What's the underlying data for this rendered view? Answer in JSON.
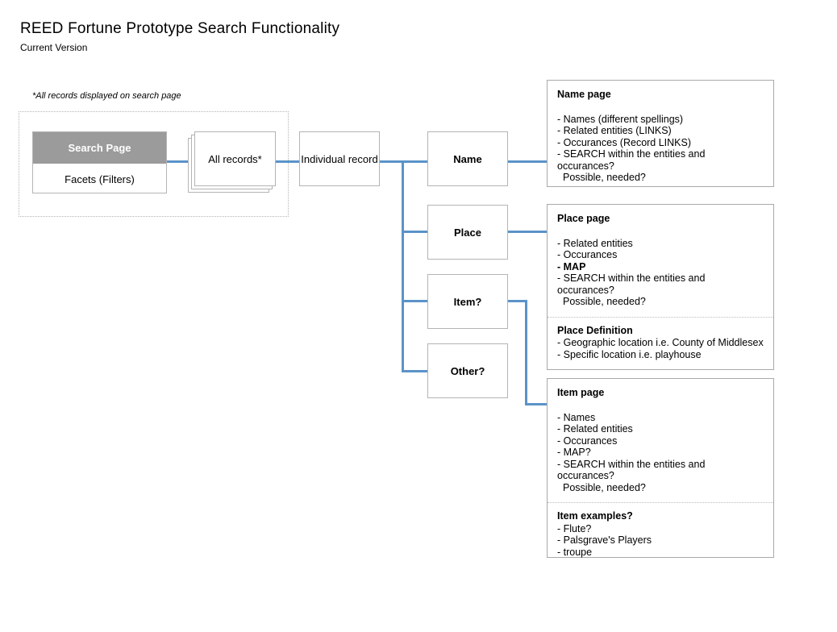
{
  "page": {
    "title": "REED Fortune Prototype Search Functionality",
    "subtitle": "Current Version",
    "footnote": "*All records displayed on search page"
  },
  "colors": {
    "connector_blue": "#5b93c8",
    "search_header_gray": "#9b9b9b",
    "box_border_gray": "#b4b4b4",
    "panel_border_gray": "#a9a9a9"
  },
  "flow": {
    "search_page": {
      "header": "Search Page",
      "body": "Facets (Filters)"
    },
    "all_records": "All records*",
    "individual_record": "Individual record",
    "categories": [
      {
        "label": "Name"
      },
      {
        "label": "Place"
      },
      {
        "label": "Item?"
      },
      {
        "label": "Other?"
      }
    ]
  },
  "panels": {
    "name": {
      "title": "Name page",
      "items": [
        "- Names (different spellings)",
        "- Related entities (LINKS)",
        "- Occurances (Record LINKS)",
        "- SEARCH within the entities and occurances?",
        "Possible, needed?"
      ]
    },
    "place": {
      "title": "Place page",
      "items": [
        "- Related entities",
        "- Occurances",
        "- MAP",
        "- SEARCH within the entities and occurances?",
        "Possible, needed?"
      ],
      "section2": {
        "title": "Place Definition",
        "items": [
          "- Geographic location i.e. County of Middlesex",
          "- Specific location i.e. playhouse"
        ]
      }
    },
    "item": {
      "title": "Item page",
      "items": [
        "- Names",
        "- Related entities",
        "- Occurances",
        "- MAP?",
        "- SEARCH within the entities and occurances?",
        "Possible, needed?"
      ],
      "section2": {
        "title": "Item examples?",
        "items": [
          "- Flute?",
          "- Palsgrave's Players",
          "- troupe"
        ]
      }
    }
  }
}
